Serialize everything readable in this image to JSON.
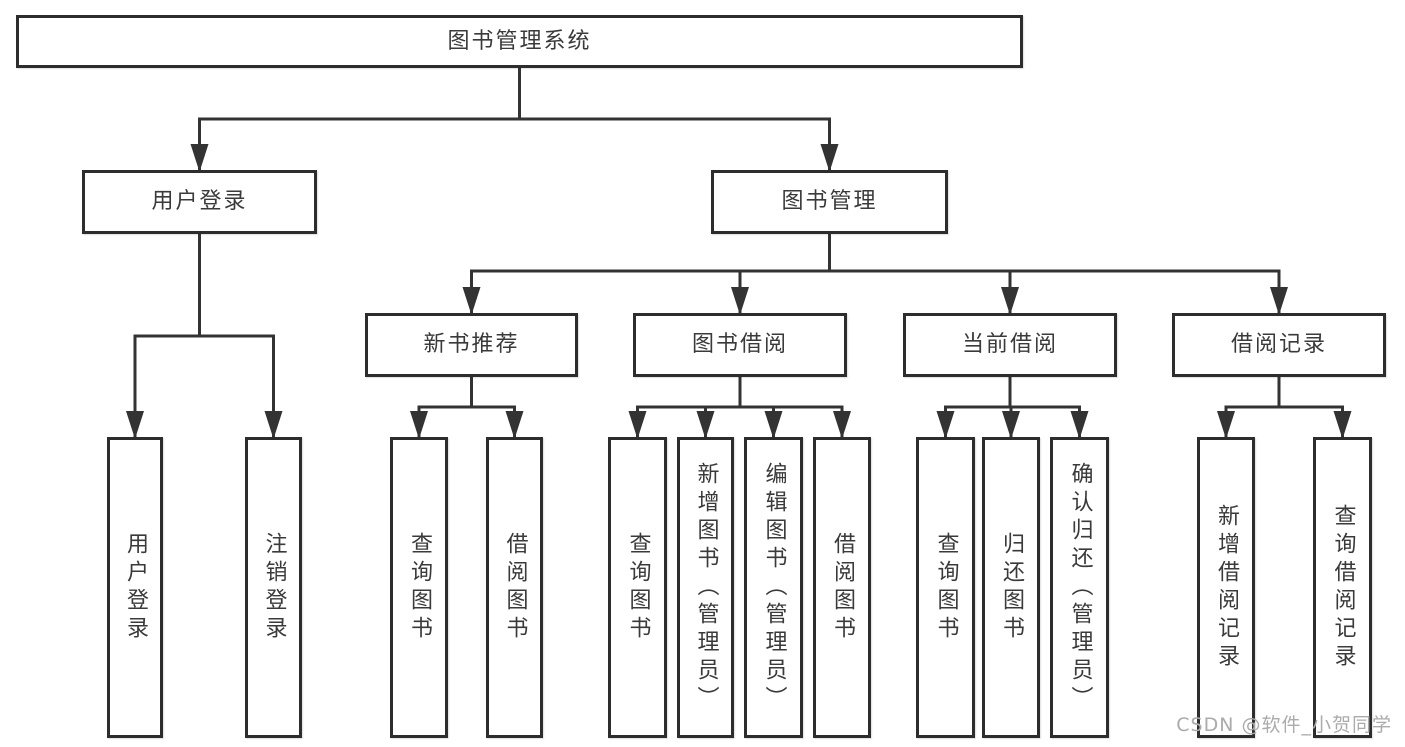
{
  "diagram": {
    "title": "图书管理系统",
    "type": "function-structure-tree",
    "colors": {
      "line": "#333333",
      "box_border": "#2d2d2d",
      "box_background": "#ffffff",
      "text": "#3a3a3a",
      "watermark_text": "#ababab"
    },
    "nodes": {
      "root": {
        "label": "图书管理系统"
      },
      "user_login": {
        "label": "用户登录"
      },
      "book_mgmt": {
        "label": "图书管理"
      },
      "new_rec": {
        "label": "新书推荐"
      },
      "book_borrow": {
        "label": "图书借阅"
      },
      "cur_borrow": {
        "label": "当前借阅"
      },
      "borrow_rec": {
        "label": "借阅记录"
      },
      "u1": {
        "label": "用户登录"
      },
      "u2": {
        "label": "注销登录"
      },
      "r1": {
        "label": "查询图书"
      },
      "r2": {
        "label": "借阅图书"
      },
      "b1": {
        "label": "查询图书"
      },
      "b2": {
        "label": "新增图书（管理员）"
      },
      "b3": {
        "label": "编辑图书（管理员）"
      },
      "b4": {
        "label": "借阅图书"
      },
      "c1": {
        "label": "查询图书"
      },
      "c2": {
        "label": "归还图书"
      },
      "c3": {
        "label": "确认归还（管理员）"
      },
      "d1": {
        "label": "新增借阅记录"
      },
      "d2": {
        "label": "查询借阅记录"
      }
    },
    "tree": {
      "root": [
        "user_login",
        "book_mgmt"
      ],
      "user_login": [
        "u1",
        "u2"
      ],
      "book_mgmt": [
        "new_rec",
        "book_borrow",
        "cur_borrow",
        "borrow_rec"
      ],
      "new_rec": [
        "r1",
        "r2"
      ],
      "book_borrow": [
        "b1",
        "b2",
        "b3",
        "b4"
      ],
      "cur_borrow": [
        "c1",
        "c2",
        "c3"
      ],
      "borrow_rec": [
        "d1",
        "d2"
      ]
    },
    "watermark": "CSDN @软件_小贺同学"
  }
}
